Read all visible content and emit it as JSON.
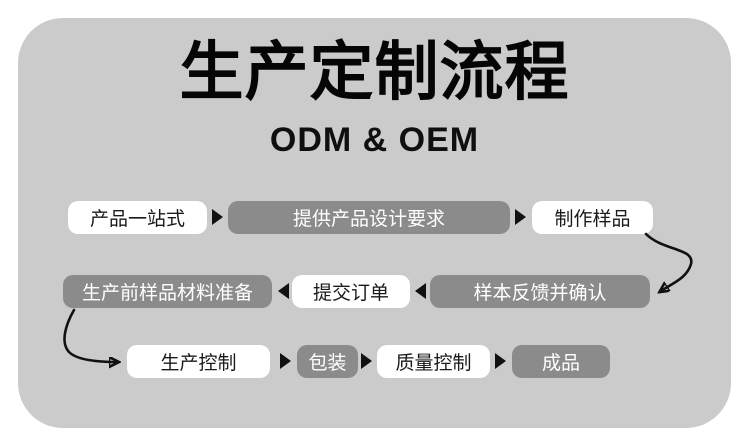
{
  "title": "生产定制流程",
  "subtitle": "ODM & OEM",
  "colors": {
    "page_background": "#ffffff",
    "panel_background": "#cbcbcb",
    "box_gray": "#8b8b8b",
    "box_white": "#ffffff",
    "text_dark": "#1a1a1a",
    "text_light": "#ffffff",
    "arrow": "#111111"
  },
  "icons": {
    "flow_arrow_right": "black right-pointing triangle (CSS border shape)",
    "flow_arrow_left": "black left-pointing triangle (CSS border shape)",
    "curved_connector": "black S-curved line with arrowhead (SVG path)"
  },
  "steps": {
    "row1": [
      {
        "label": "产品一站式",
        "style": "white"
      },
      {
        "label": "提供产品设计要求",
        "style": "gray"
      },
      {
        "label": "制作样品",
        "style": "white"
      }
    ],
    "row2": [
      {
        "label": "生产前样品材料准备",
        "style": "gray"
      },
      {
        "label": "提交订单",
        "style": "white"
      },
      {
        "label": "样本反馈并确认",
        "style": "gray"
      }
    ],
    "row3": [
      {
        "label": "生产控制",
        "style": "white"
      },
      {
        "label": "包装",
        "style": "gray"
      },
      {
        "label": "质量控制",
        "style": "white"
      },
      {
        "label": "成品",
        "style": "gray"
      }
    ]
  }
}
